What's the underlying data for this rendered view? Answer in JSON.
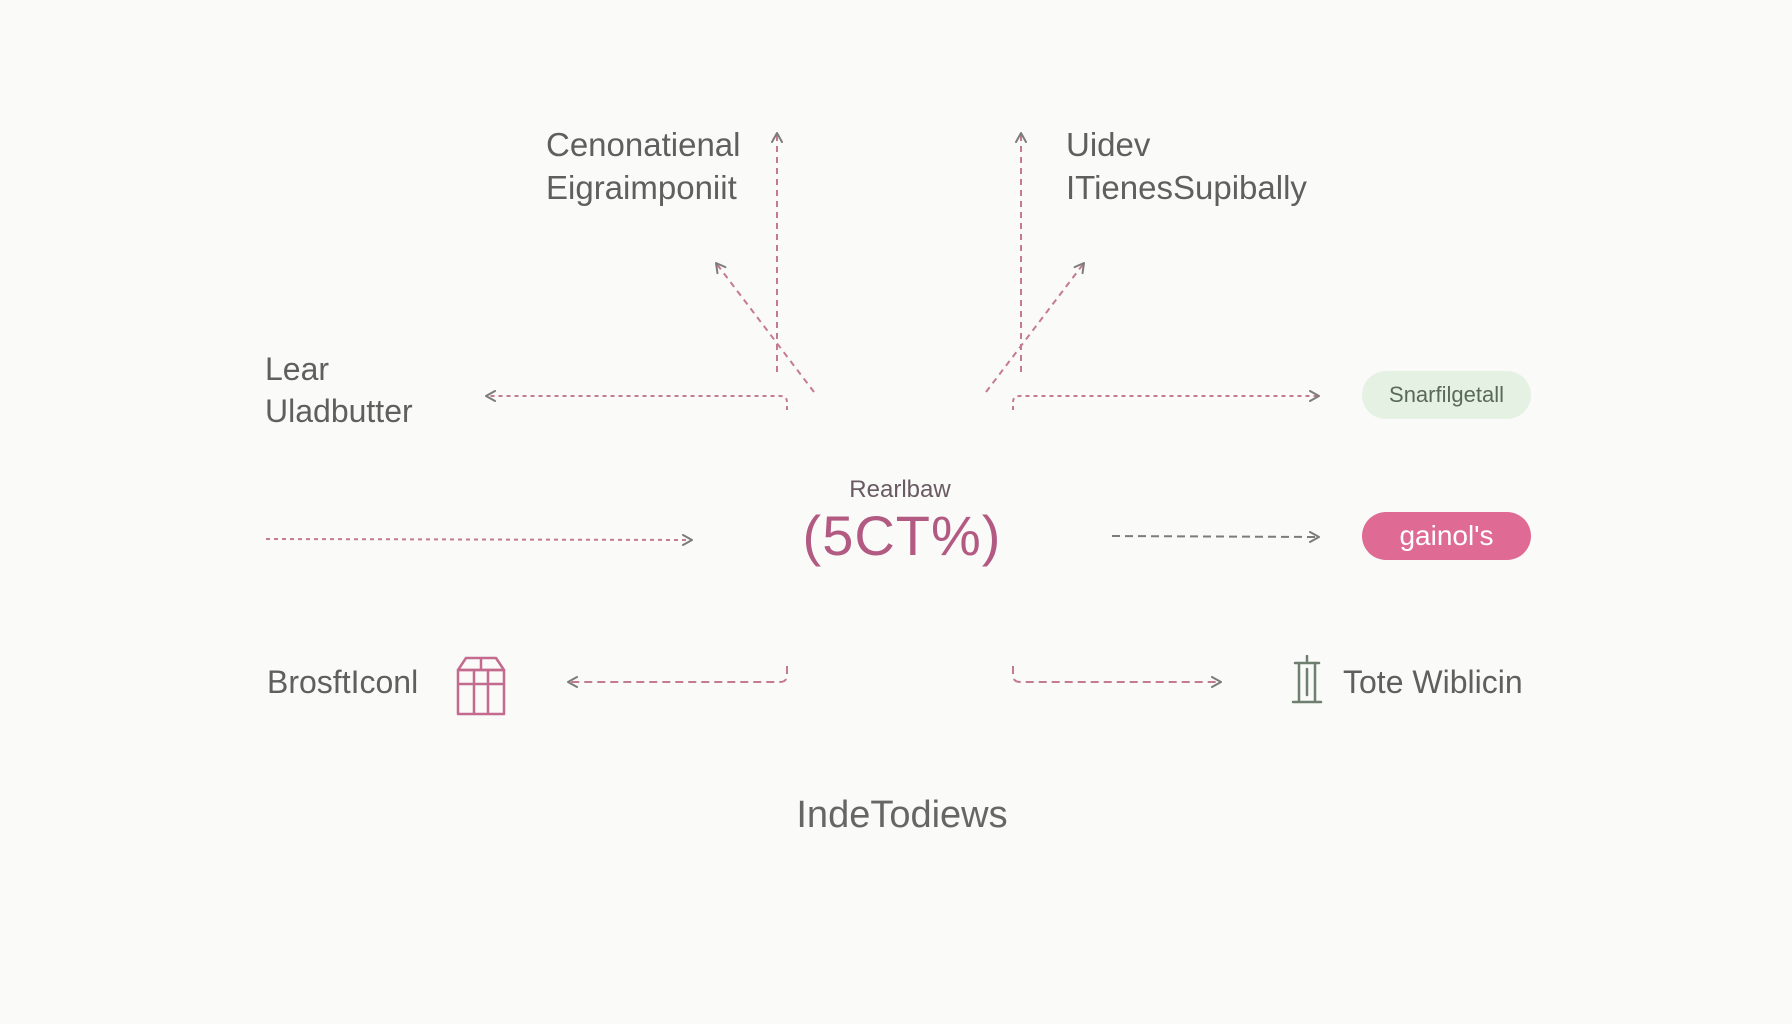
{
  "diagram": {
    "center": {
      "caption": "Rearlbaw",
      "value": "(5CT%)"
    },
    "top_left_label": {
      "line1": "Cenonatienal",
      "line2": "Eigraimponiit"
    },
    "top_right_label": {
      "line1": "Uidev",
      "line2": "ITienesSupibally"
    },
    "left_label": {
      "line1": "Lear",
      "line2": "Uladbutter"
    },
    "bottom_left_label": "BrosftIconl",
    "bottom_right_label": "Tote Wiblicin",
    "right_top_pill": "Snarfilgetall",
    "right_middle_pill": "gainol's",
    "footer": "IndeTodiews"
  },
  "icons": {
    "bottom_left": "building-icon",
    "bottom_right": "pillar-icon"
  },
  "colors": {
    "background": "#fafaf8",
    "accent_pink": "#df6b95",
    "value_pink": "#b25a82",
    "pill_green": "#e4f1e3",
    "connector_pink": "#c47a92",
    "connector_gray": "#7c7c7c",
    "text": "#5f5f5f"
  }
}
